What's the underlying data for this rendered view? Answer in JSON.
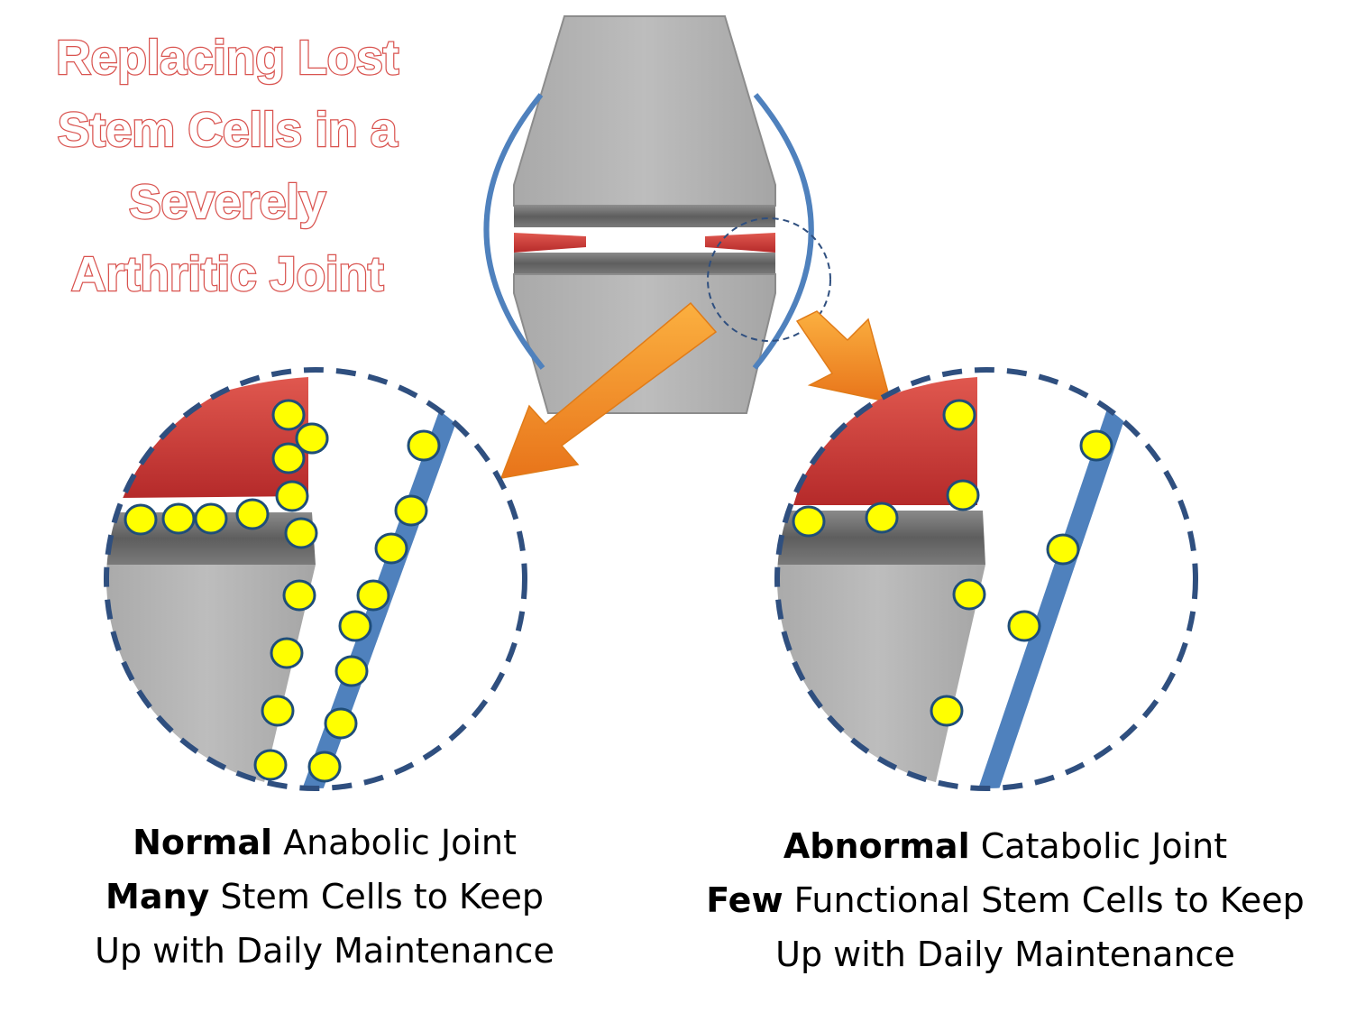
{
  "title": {
    "lines": [
      "Replacing Lost",
      "Stem Cells in a",
      "Severely",
      "Arthritic Joint"
    ]
  },
  "captions": {
    "left": {
      "line1_bold": "Normal",
      "line1_rest": " Anabolic Joint",
      "line2_bold": "Many",
      "line2_rest": " Stem Cells to Keep",
      "line3": "Up with Daily Maintenance"
    },
    "right": {
      "line1_bold": "Abnormal",
      "line1_rest": " Catabolic Joint",
      "line2_bold": "Few",
      "line2_rest": " Functional Stem Cells to Keep",
      "line3": "Up with Daily Maintenance"
    }
  },
  "colors": {
    "bone": "#b3b3b3",
    "bone_edge": "#8c8c8c",
    "cartilage_plate": "#6e6e6e",
    "meniscus": "#c8373a",
    "capsule": "#4f81bd",
    "stem_cell_fill": "#ffff00",
    "stem_cell_edge": "#1f4e79",
    "arrow": "#f28c28",
    "dashed_circle": "#2f4f7f",
    "title_outline": "#d9534f"
  },
  "stem_cell_counts": {
    "normal": 22,
    "abnormal": 9
  }
}
